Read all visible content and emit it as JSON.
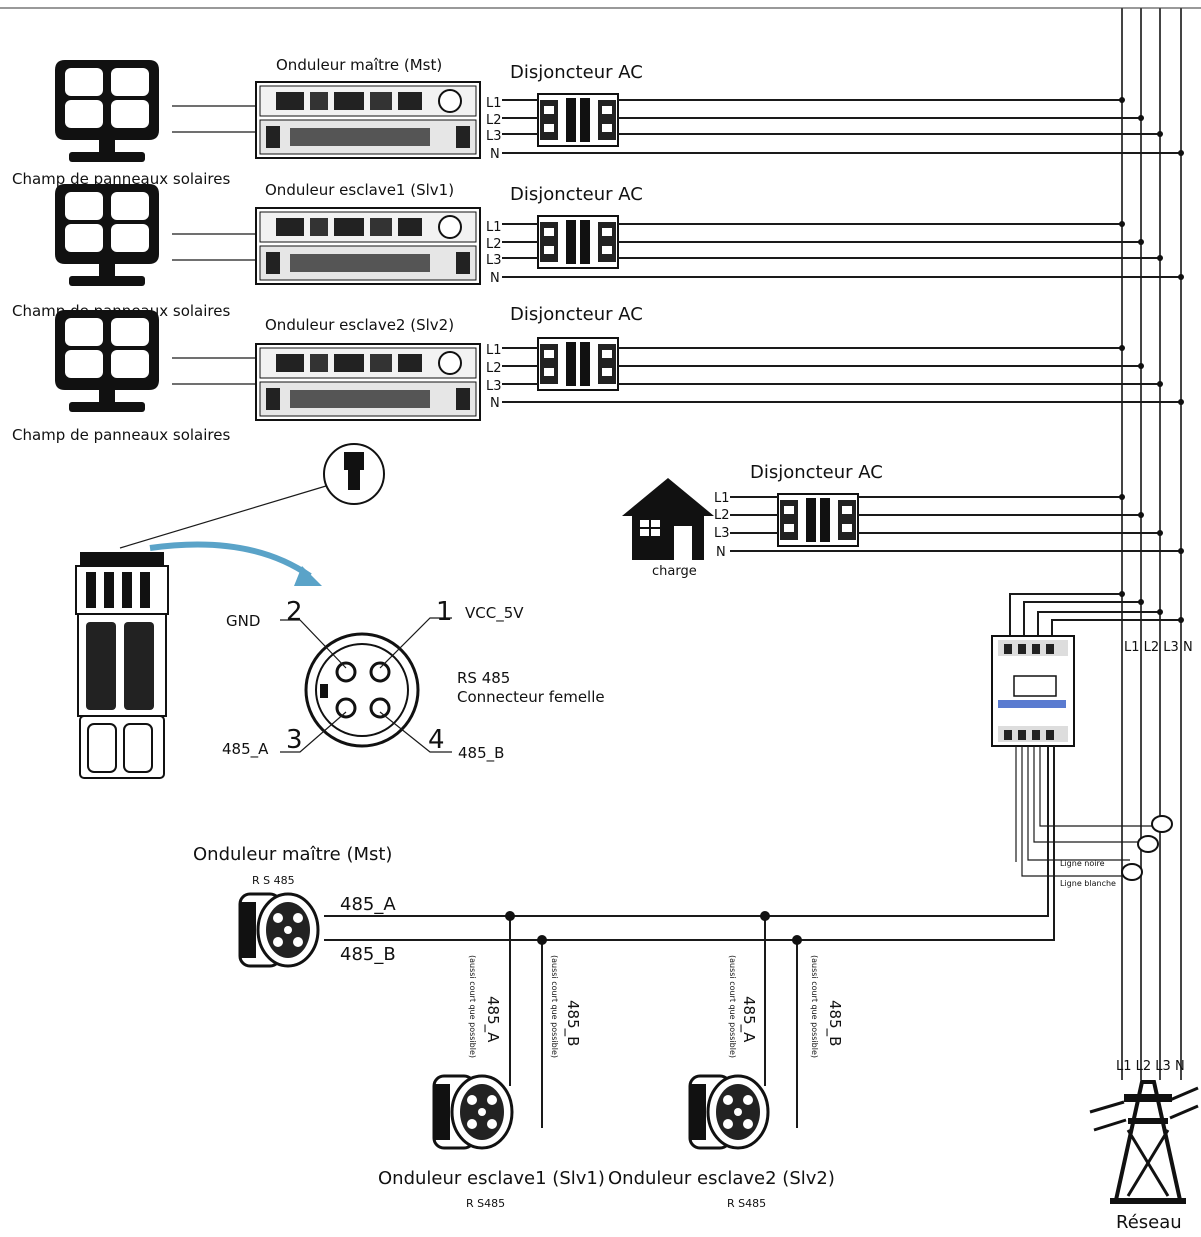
{
  "inverters": [
    {
      "title": "Onduleur maître (Mst)",
      "array": "Champ de panneaux solaires",
      "breaker": "Disjoncteur AC"
    },
    {
      "title": "Onduleur esclave1 (Slv1)",
      "array": "Champ de panneaux solaires",
      "breaker": "Disjoncteur AC"
    },
    {
      "title": "Onduleur esclave2 (Slv2)",
      "array": "Champ de panneaux solaires",
      "breaker": "Disjoncteur AC"
    }
  ],
  "phases": [
    "L1",
    "L2",
    "L3",
    "N"
  ],
  "load": {
    "label": "charge",
    "breaker": "Disjoncteur AC"
  },
  "connector": {
    "pins": [
      {
        "num": "1",
        "label": "VCC_5V"
      },
      {
        "num": "2",
        "label": "GND"
      },
      {
        "num": "3",
        "label": "485_A"
      },
      {
        "num": "4",
        "label": "485_B"
      }
    ],
    "title_line1": "RS 485",
    "title_line2": "Connecteur femelle"
  },
  "meter": {
    "grid_phases": "L1 L2 L3 N",
    "ct_black": "Ligne noire",
    "ct_white": "Ligne blanche"
  },
  "rs485": {
    "master_title": "Onduleur maître (Mst)",
    "master_port": "R S 485",
    "line_a": "485_A",
    "line_b": "485_B",
    "drop_note": "(aussi court que possible)",
    "slaves": [
      {
        "title": "Onduleur esclave1 (Slv1)",
        "port": "R S485"
      },
      {
        "title": "Onduleur esclave2 (Slv2)",
        "port": "R S485"
      }
    ]
  },
  "grid": {
    "label": "Réseau",
    "phases": "L1 L2 L3 N"
  },
  "colors": {
    "line": "#1a1a1a",
    "bg": "#ffffff",
    "arrow": "#5aa3c8"
  }
}
